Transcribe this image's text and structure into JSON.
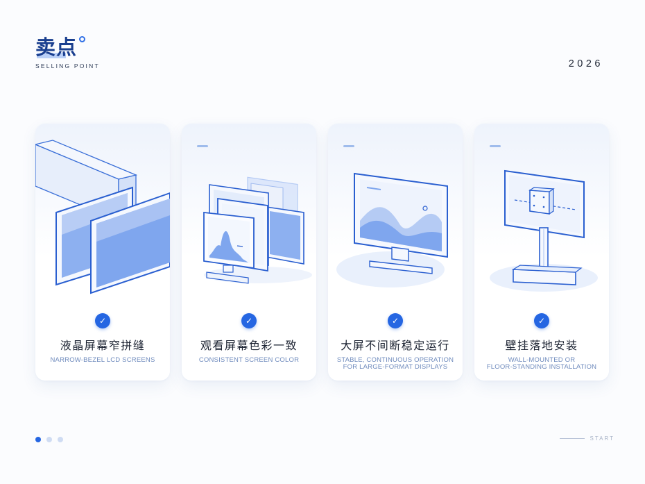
{
  "header": {
    "title": "卖点",
    "subtitle": "SELLING POINT",
    "year": "2026"
  },
  "cards": [
    {
      "icon": "narrow-bezel-screens-illustration",
      "check_icon": "check-icon",
      "title": "液晶屏幕窄拼缝",
      "subtitle_lines": [
        "NARROW-BEZEL LCD SCREENS"
      ]
    },
    {
      "icon": "layered-screens-illustration",
      "check_icon": "check-icon",
      "title": "观看屏幕色彩一致",
      "subtitle_lines": [
        "CONSISTENT SCREEN COLOR"
      ]
    },
    {
      "icon": "monitor-waves-illustration",
      "check_icon": "chevron-down-icon",
      "title": "大屏不间断稳定运行",
      "subtitle_lines": [
        "STABLE, CONTINUOUS OPERATION",
        "FOR LARGE-FORMAT DISPLAYS"
      ]
    },
    {
      "icon": "floor-stand-display-illustration",
      "check_icon": "check-icon",
      "title": "壁挂落地安装",
      "subtitle_lines": [
        "WALL-MOUNTED OR",
        "FLOOR-STANDING INSTALLATION"
      ]
    }
  ],
  "footer": {
    "pager_count": 3,
    "pager_active": 0,
    "start_label": "START"
  },
  "colors": {
    "accent": "#2566e2",
    "brand": "#1a3f8f",
    "subtitle": "#6f8bbd",
    "screen_fill": "#7fa6ee"
  }
}
